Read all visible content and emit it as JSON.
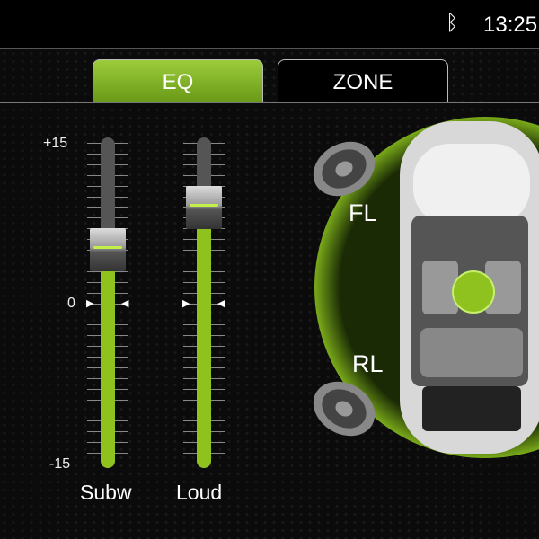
{
  "status": {
    "bluetooth_icon": "bluetooth-icon",
    "time": "13:25"
  },
  "tabs": [
    {
      "label": "EQ",
      "active": true
    },
    {
      "label": "ZONE",
      "active": false
    }
  ],
  "scale": {
    "max": "+15",
    "mid": "0",
    "min": "-15"
  },
  "sliders": [
    {
      "label": "Subw",
      "value": 5
    },
    {
      "label": "Loud",
      "value": 9
    }
  ],
  "zone": {
    "front_left": "FL",
    "rear_left": "RL"
  },
  "colors": {
    "accent": "#8fc21f"
  }
}
